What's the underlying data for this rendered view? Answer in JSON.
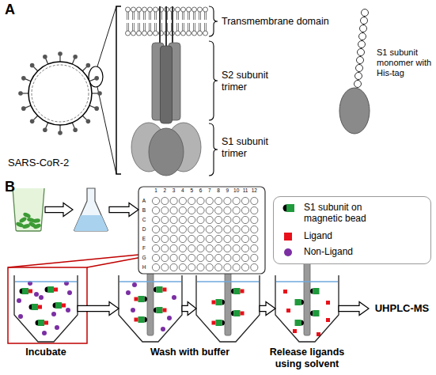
{
  "diagram": {
    "nodes": [
      {
        "text": [
          "SARS-CoR-2"
        ]
      },
      {
        "text": [
          "S1 subunit monomer with His-tag"
        ]
      },
      {
        "text": []
      },
      {
        "text": []
      },
      {
        "text": [
          "1",
          "2",
          "3",
          "4",
          "5",
          "6",
          "7",
          "8",
          "9",
          "10",
          "11",
          "12",
          "A",
          "B",
          "C",
          "D",
          "E",
          "F",
          "G",
          "H"
        ]
      },
      {
        "text": [
          "Incubate"
        ]
      },
      {
        "text": [
          "Wash with buffer"
        ]
      },
      {
        "text": []
      },
      {
        "text": [
          "Release ligands using solvent"
        ]
      },
      {
        "text": [
          "UHPLC-MS"
        ]
      }
    ],
    "edges": [
      {
        "from": 2,
        "to": 3,
        "arrow": "to"
      },
      {
        "from": 3,
        "to": 4,
        "arrow": "to"
      },
      {
        "from": 5,
        "to": 6,
        "arrow": "to"
      },
      {
        "from": 6,
        "to": 7,
        "arrow": "to"
      },
      {
        "from": 7,
        "to": 8,
        "arrow": "to"
      },
      {
        "from": 8,
        "to": 9,
        "arrow": "to"
      }
    ],
    "labels": [
      "A",
      "Transmembrane domain",
      "S2 subunit trimer",
      "S1 subunit trimer",
      "B"
    ],
    "legend": [
      {
        "text": "S1 subunit on magnetic bead"
      },
      {
        "text": "Ligand",
        "color": "#e8101a"
      },
      {
        "text": "Non-Ligand",
        "color": "#7b2fa3"
      }
    ]
  }
}
